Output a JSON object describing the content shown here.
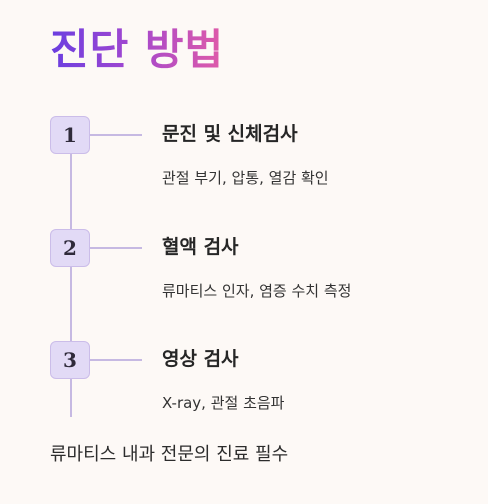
{
  "title": "진단 방법",
  "steps": [
    {
      "number": "1",
      "title": "문진 및 신체검사",
      "description": "관절 부기, 압통, 열감 확인"
    },
    {
      "number": "2",
      "title": "혈액 검사",
      "description": "류마티스 인자, 염증 수치 측정"
    },
    {
      "number": "3",
      "title": "영상 검사",
      "description": "X-ray, 관절 초음파"
    }
  ],
  "footer": "류마티스 내과 전문의 진료 필수",
  "colors": {
    "title_gradient_start": "#6a3ee0",
    "title_gradient_end": "#e05ba8",
    "step_box": "#e2daf6",
    "line": "#c6b9e2"
  }
}
